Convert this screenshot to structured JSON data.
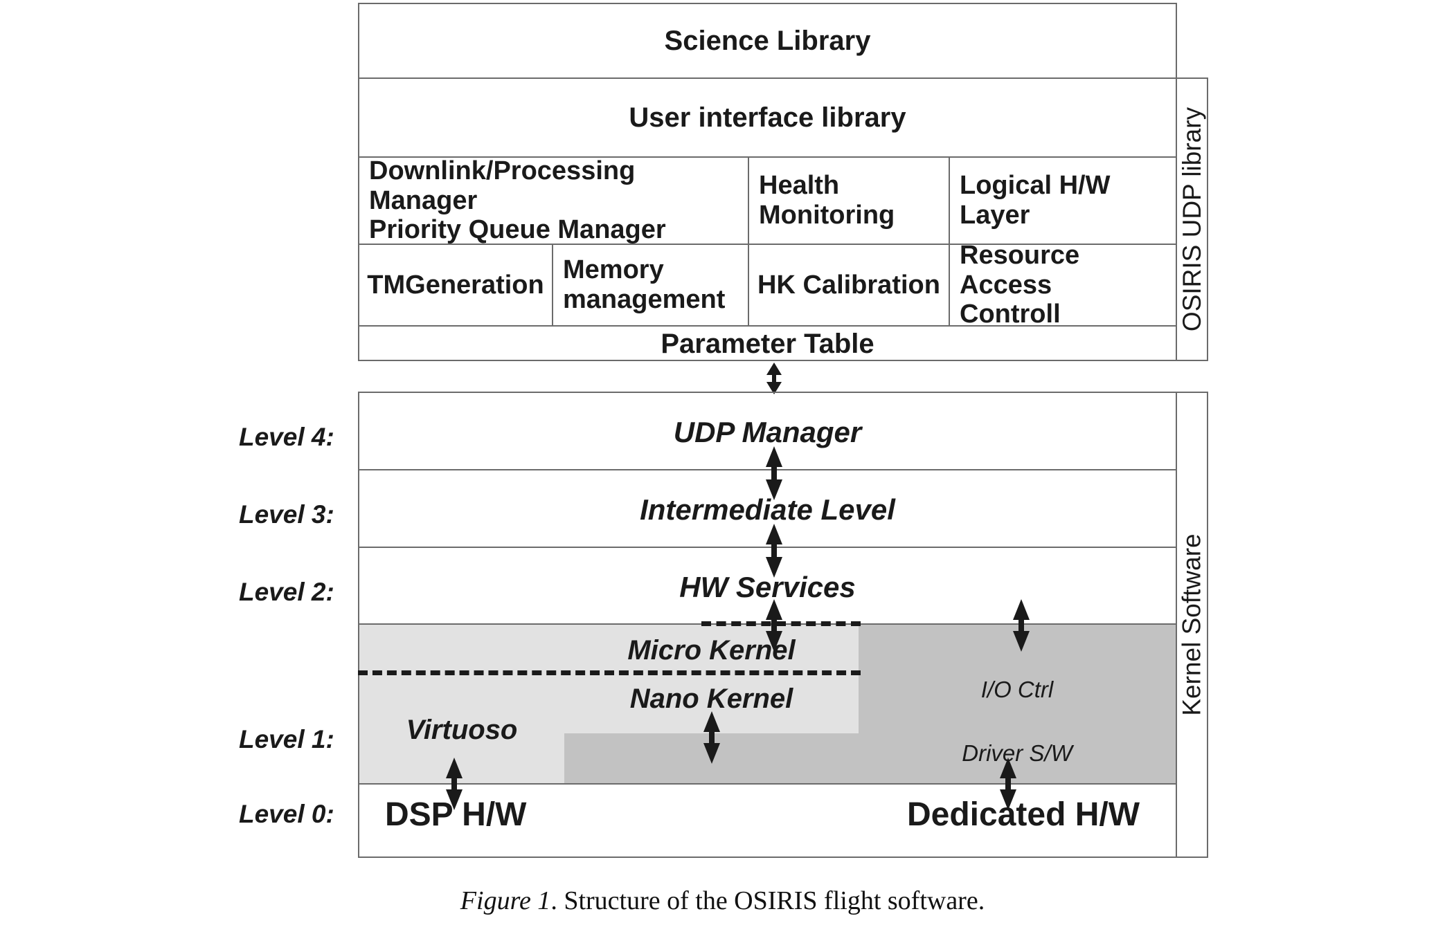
{
  "figure": {
    "caption_emph": "Figure 1",
    "caption_rest": ". Structure of the OSIRIS flight software."
  },
  "colors": {
    "border": "#6b6b6b",
    "light_shade": "#e2e2e2",
    "dark_shade": "#c2c2c2",
    "text": "#1a1a1a",
    "background": "#ffffff"
  },
  "upper_block": {
    "side_label": "OSIRIS UDP library",
    "rows": [
      {
        "cells": [
          {
            "label": "Science Library"
          }
        ]
      },
      {
        "cells": [
          {
            "label": "User interface library"
          }
        ]
      },
      {
        "cells": [
          {
            "label": "Downlink/Processing Manager\nPriority Queue Manager"
          },
          {
            "label": "Health\nMonitoring"
          },
          {
            "label": "Logical H/W\nLayer"
          }
        ]
      },
      {
        "cells": [
          {
            "label": "TMGeneration"
          },
          {
            "label": "Memory\nmanagement"
          },
          {
            "label": "HK Calibration"
          },
          {
            "label": "Resource Access\nControll"
          }
        ]
      },
      {
        "cells": [
          {
            "label": "Parameter Table"
          }
        ]
      }
    ]
  },
  "lower_block": {
    "side_label": "Kernel Software",
    "levels": [
      {
        "label": "Level 4:",
        "title": "UDP Manager"
      },
      {
        "label": "Level 3:",
        "title": "Intermediate Level"
      },
      {
        "label": "Level 2:",
        "title": "HW Services"
      },
      {
        "label": "Level 1:",
        "title": ""
      },
      {
        "label": "Level 0:",
        "title": ""
      }
    ],
    "kernel_labels": {
      "micro_kernel": "Micro Kernel",
      "nano_kernel": "Nano Kernel",
      "virtuoso": "Virtuoso",
      "io_ctrl": "I/O Ctrl",
      "driver_sw": "Driver S/W"
    },
    "hardware": {
      "dsp": "DSP H/W",
      "dedicated": "Dedicated H/W"
    }
  }
}
